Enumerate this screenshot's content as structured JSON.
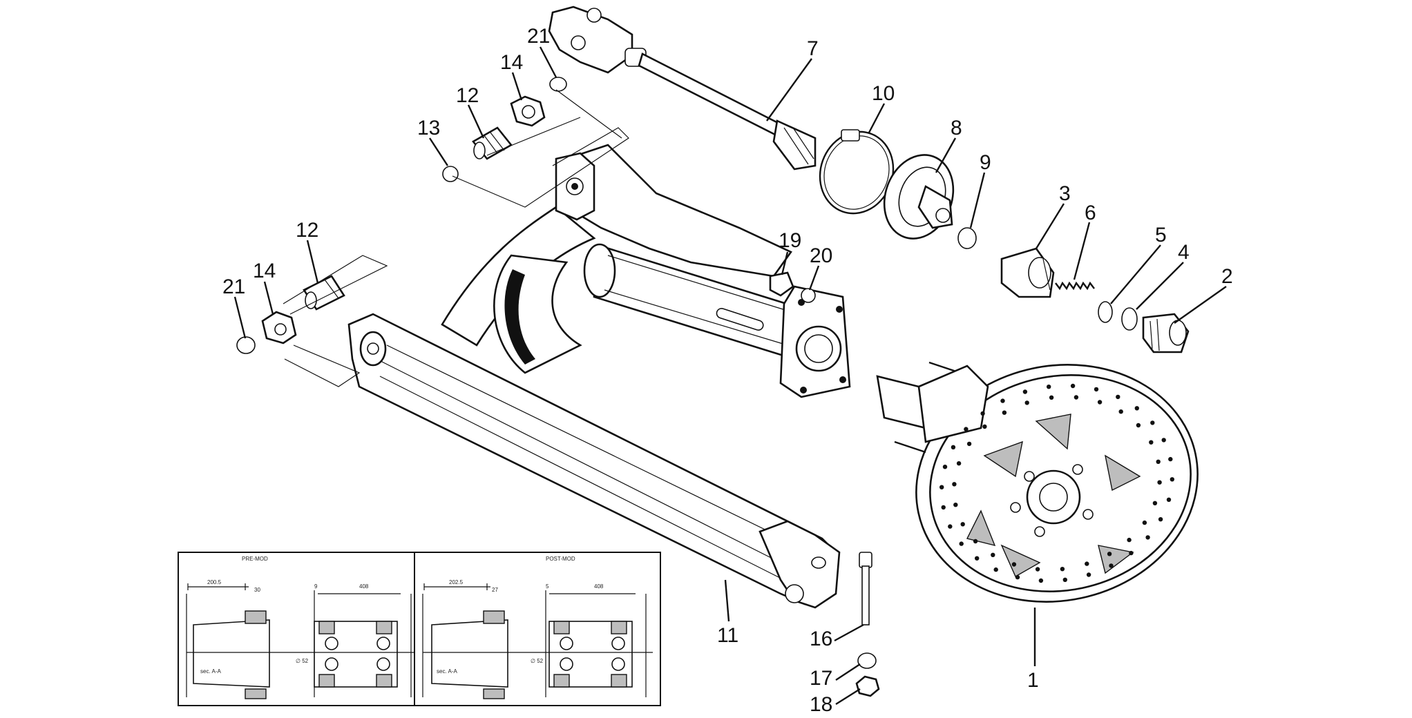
{
  "callouts": [
    {
      "id": "c1",
      "label": "1"
    },
    {
      "id": "c2",
      "label": "2"
    },
    {
      "id": "c3",
      "label": "3"
    },
    {
      "id": "c4",
      "label": "4"
    },
    {
      "id": "c5",
      "label": "5"
    },
    {
      "id": "c6",
      "label": "6"
    },
    {
      "id": "c7",
      "label": "7"
    },
    {
      "id": "c8",
      "label": "8"
    },
    {
      "id": "c9",
      "label": "9"
    },
    {
      "id": "c10",
      "label": "10"
    },
    {
      "id": "c11",
      "label": "11"
    },
    {
      "id": "c12a",
      "label": "12"
    },
    {
      "id": "c12b",
      "label": "12"
    },
    {
      "id": "c13",
      "label": "13"
    },
    {
      "id": "c14a",
      "label": "14"
    },
    {
      "id": "c14b",
      "label": "14"
    },
    {
      "id": "c16",
      "label": "16"
    },
    {
      "id": "c17",
      "label": "17"
    },
    {
      "id": "c18",
      "label": "18"
    },
    {
      "id": "c19",
      "label": "19"
    },
    {
      "id": "c20",
      "label": "20"
    },
    {
      "id": "c21a",
      "label": "21"
    },
    {
      "id": "c21b",
      "label": "21"
    }
  ],
  "inset": {
    "pre_mod_title": "PRE-MOD",
    "post_mod_title": "POST-MOD",
    "pre_dims": [
      "200.5",
      "30",
      "9",
      "408",
      "∅ 52"
    ],
    "post_dims": [
      "202.5",
      "27",
      "5",
      "408",
      "∅ 52"
    ],
    "pre_note": "sec. A-A",
    "post_note": "sec. A-A"
  },
  "colors": {
    "ink": "#111111",
    "paper": "#ffffff"
  }
}
